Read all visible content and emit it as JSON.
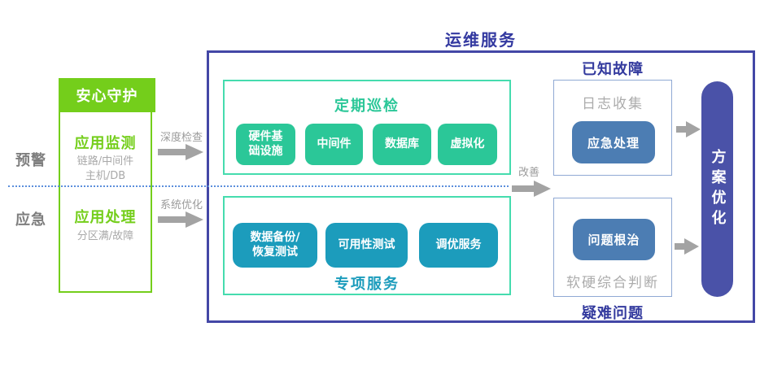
{
  "colors": {
    "bright_green": "#74CE1B",
    "emerald": "#2BC798",
    "mint_border": "#45DCAE",
    "teal": "#1C9CBC",
    "steel_blue": "#4C7DB3",
    "light_blue_border": "#90A9D4",
    "indigo_title": "#333A9E",
    "ops_box_border": "#4347A6",
    "pill_indigo": "#4A52A8",
    "gray_text": "#A9A9A9",
    "arrow_gray": "#A3A3A3",
    "dotted_line_blue": "#5C8FDC"
  },
  "side_labels": {
    "warning": "预警",
    "emergency": "应急"
  },
  "guard": {
    "header": "安心守护",
    "monitor": {
      "title": "应用监测",
      "line1": "链路/中间件",
      "line2": "主机/DB"
    },
    "handle": {
      "title": "应用处理",
      "line1": "分区满/故障"
    }
  },
  "arrows": {
    "deep_check": "深度检查",
    "system_optimize": "系统优化",
    "improve": "改善"
  },
  "ops": {
    "title": "运维服务",
    "inspection": {
      "title": "定期巡检",
      "items": [
        "硬件基础设施",
        "中间件",
        "数据库",
        "虚拟化"
      ]
    },
    "special": {
      "title": "专项服务",
      "items": [
        "数据备份/恢复测试",
        "可用性测试",
        "调优服务"
      ]
    }
  },
  "known_fault": {
    "title": "已知故障",
    "label": "日志收集",
    "action": "应急处理"
  },
  "hard_problem": {
    "title": "疑难问题",
    "action": "问题根治",
    "label": "软硬综合判断"
  },
  "outcome": {
    "title": "方案优化"
  }
}
